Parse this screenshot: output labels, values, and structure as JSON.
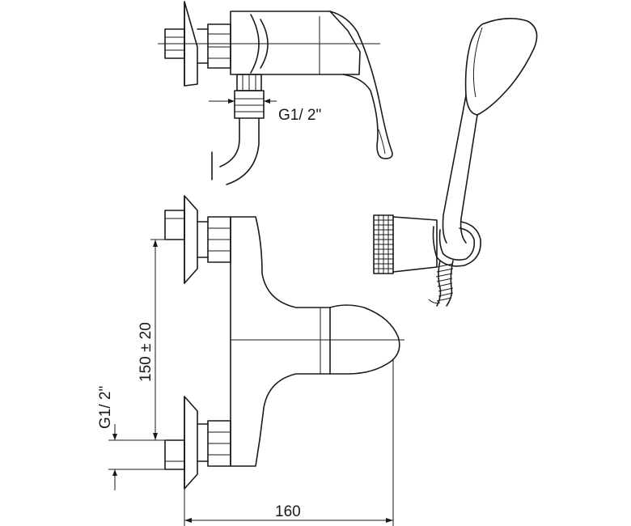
{
  "dimensions": {
    "top_thread": "G1/ 2\"",
    "side_thread": "G1/ 2\"",
    "spacing": "150 ± 20",
    "depth": "160"
  },
  "parts": [
    "side-view-mixer",
    "front-view-mixer",
    "hand-shower",
    "wall-holder"
  ]
}
